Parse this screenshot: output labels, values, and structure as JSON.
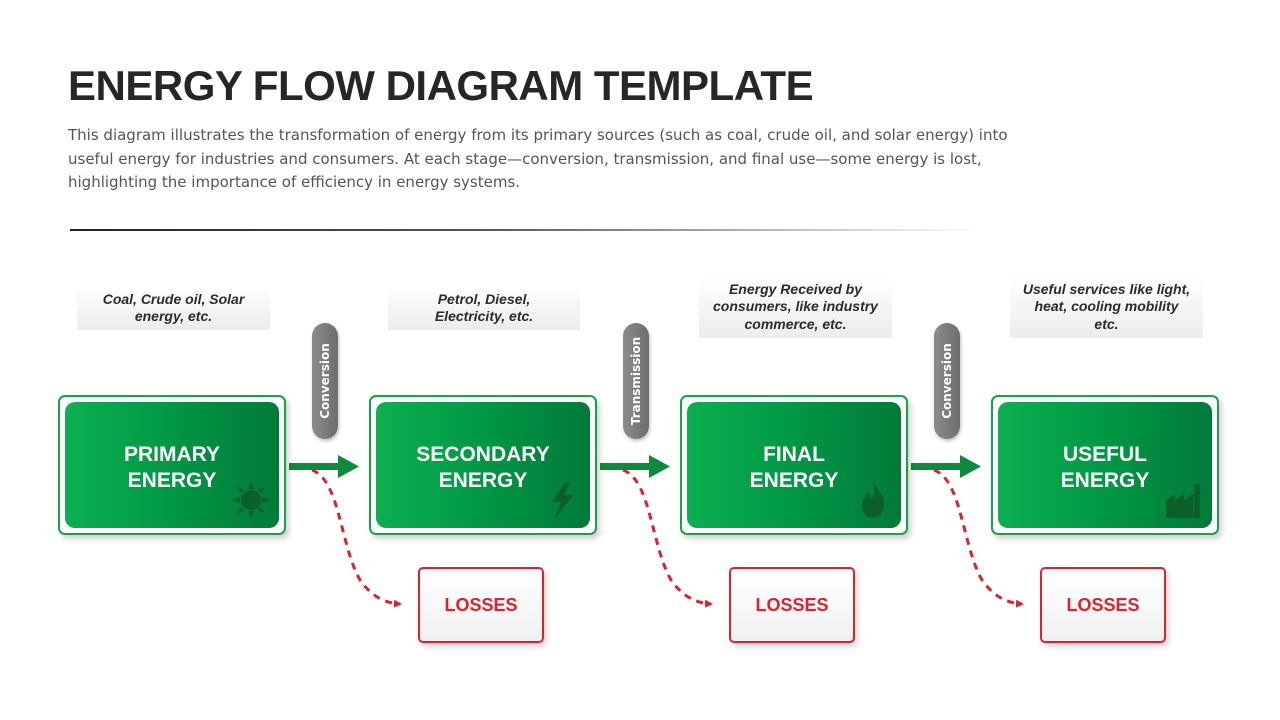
{
  "header": {
    "title": "ENERGY FLOW DIAGRAM TEMPLATE",
    "description": "This diagram illustrates the transformation of energy from its primary sources (such as coal, crude oil, and solar energy) into useful energy for industries and consumers. At each stage—conversion, transmission, and final use—some energy is lost, highlighting the importance of efficiency in energy systems."
  },
  "stages": [
    {
      "caption": "Coal, Crude oil, Solar\nenergy, etc.",
      "label": "PRIMARY\nENERGY",
      "icon": "sun-icon"
    },
    {
      "caption": "Petrol, Diesel,\nElectricity, etc.",
      "label": "SECONDARY\nENERGY",
      "icon": "lightning-icon"
    },
    {
      "caption": "Energy Received by\nconsumers, like industry\ncommerce, etc.",
      "label": "FINAL\nENERGY",
      "icon": "flame-icon"
    },
    {
      "caption": "Useful services like light,\nheat, cooling mobility\netc.",
      "label": "USEFUL\nENERGY",
      "icon": "factory-icon"
    }
  ],
  "transitions": [
    "Conversion",
    "Transmission",
    "Conversion"
  ],
  "losses": [
    "LOSSES",
    "LOSSES",
    "LOSSES"
  ],
  "colors": {
    "green": "#009a45",
    "loss_red": "#d9232e",
    "pill_gray": "#7a7a7a"
  }
}
